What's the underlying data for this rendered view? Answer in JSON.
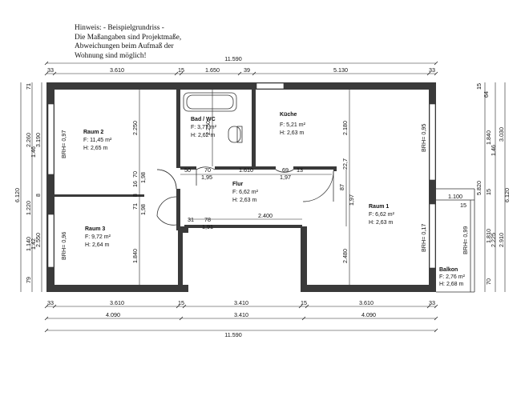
{
  "note": [
    "Hinweis: - Beispielgrundriss -",
    "Die Maßangaben sind Projektmaße,",
    "Abweichungen beim Aufmaß der",
    "Wohnung sind möglich!"
  ],
  "rooms": {
    "raum2": {
      "name": "Raum 2",
      "area": "F: 11,45 m²",
      "height": "H: 2,65 m"
    },
    "bad": {
      "name": "Bad / WC",
      "area": "F: 3,77 m²",
      "height": "H: 2,62 m"
    },
    "kueche": {
      "name": "Küche",
      "area": "F: 5,21 m²",
      "height": "H: 2,63 m"
    },
    "flur": {
      "name": "Flur",
      "area": "F: 6,62 m²",
      "height": "H: 2,63 m"
    },
    "raum3": {
      "name": "Raum 3",
      "area": "F: 9,72 m²",
      "height": "H: 2,64 m"
    },
    "raum1": {
      "name": "Raum 1",
      "area": "F: 6,62 m²",
      "height": "H: 2,63 m"
    },
    "balkon": {
      "name": "Balkon",
      "area": "F: 2,76 m²",
      "height": "H: 2,68 m"
    }
  },
  "dims": {
    "top_total": "11.590",
    "top": [
      "33",
      "3.610",
      "15",
      "1.650",
      "39",
      "5.130",
      "33"
    ],
    "bottom1": [
      "33",
      "3.610",
      "15",
      "3.410",
      "15",
      "3.610",
      "33"
    ],
    "bottom2": [
      "4.090",
      "3.410",
      "4.090"
    ],
    "bottom_total": "11.590",
    "left_outer": "6.120",
    "left_a": [
      "71",
      "3.190",
      "8",
      "1.220",
      "79"
    ],
    "left_b": [
      "2.260",
      "1.46"
    ],
    "left_c": [
      "1.140",
      "1.42",
      "2.550"
    ],
    "right_outer": "6.120",
    "right_a": [
      "1.840",
      "1.46",
      "3.030"
    ],
    "right_b": [
      "64",
      "15"
    ],
    "right_c": [
      "1.810",
      "2.225",
      "2.910"
    ],
    "right_d": [
      "15",
      "5.820",
      "70"
    ],
    "inner": {
      "bad_h": "2.250",
      "kueche_h": "2.180",
      "raum1_h": "2.480",
      "raum3_h": "1.840",
      "flur_w": "2.400",
      "flur_v1": "1,97",
      "flur_v2": "87",
      "flur_v3": "22,7",
      "door_50": "50",
      "door_70": "70",
      "door_195": "1,95",
      "door_1610": "1.610",
      "door_69": "69",
      "door_13": "13",
      "door_197": "1,97",
      "door_31": "31",
      "door_78": "78",
      "door_191": "1,91",
      "v_16": "16",
      "v_70": "70",
      "v_198a": "1,98",
      "v_71": "71",
      "v_8": "8",
      "v_198b": "1,98",
      "balk_1100": "1.100",
      "balk_15": "15"
    },
    "brh": {
      "r2": "BRH= 0,97",
      "r3": "BRH= 0,96",
      "k": "BRH= 0,95",
      "r1": "BRH= 0,17",
      "balk": "BRH= 0,99"
    }
  }
}
